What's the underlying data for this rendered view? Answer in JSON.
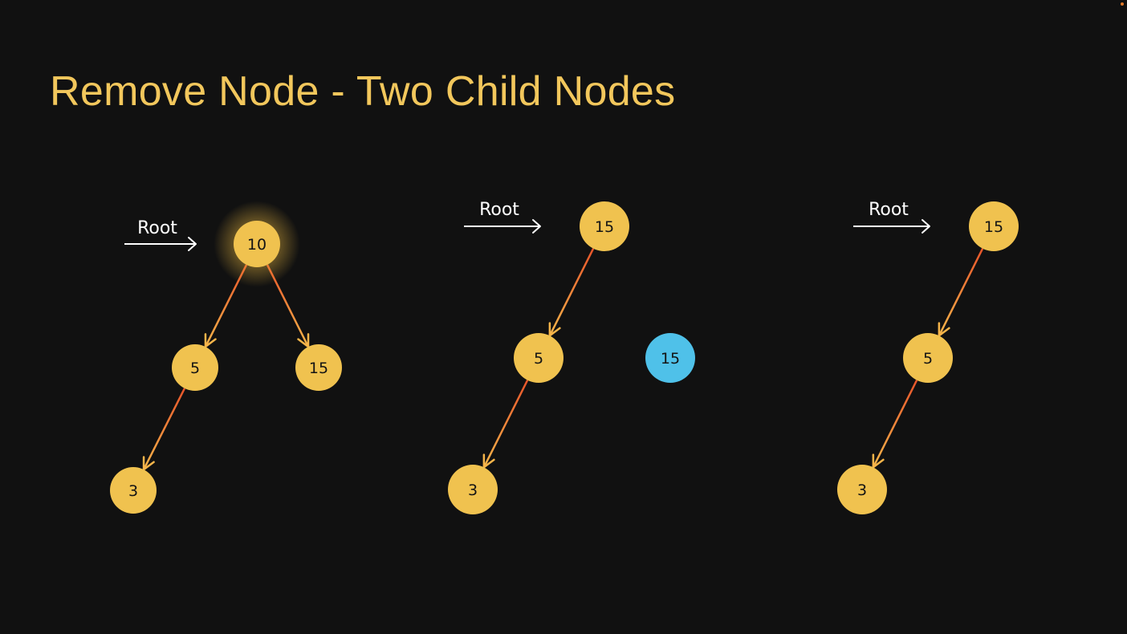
{
  "title": "Remove Node - Two Child Nodes",
  "root_label": "Root",
  "colors": {
    "background": "#111111",
    "title": "#f2c75c",
    "node_default": "#f0c24f",
    "node_highlight": "#4fc1e9",
    "edge_start": "#e8552a",
    "edge_end": "#f6b54a"
  },
  "panels": [
    {
      "name": "before",
      "nodes": [
        {
          "id": "n10",
          "label": "10",
          "state": "glowing"
        },
        {
          "id": "n5",
          "label": "5",
          "state": "default"
        },
        {
          "id": "n15",
          "label": "15",
          "state": "default"
        },
        {
          "id": "n3",
          "label": "3",
          "state": "default"
        }
      ],
      "edges": [
        [
          "n10",
          "n5"
        ],
        [
          "n10",
          "n15"
        ],
        [
          "n5",
          "n3"
        ]
      ]
    },
    {
      "name": "replace",
      "nodes": [
        {
          "id": "n15",
          "label": "15",
          "state": "default"
        },
        {
          "id": "n5",
          "label": "5",
          "state": "default"
        },
        {
          "id": "n15b",
          "label": "15",
          "state": "highlight"
        },
        {
          "id": "n3",
          "label": "3",
          "state": "default"
        }
      ],
      "edges": [
        [
          "n15",
          "n5"
        ],
        [
          "n5",
          "n3"
        ]
      ]
    },
    {
      "name": "after",
      "nodes": [
        {
          "id": "n15",
          "label": "15",
          "state": "default"
        },
        {
          "id": "n5",
          "label": "5",
          "state": "default"
        },
        {
          "id": "n3",
          "label": "3",
          "state": "default"
        }
      ],
      "edges": [
        [
          "n15",
          "n5"
        ],
        [
          "n5",
          "n3"
        ]
      ]
    }
  ]
}
